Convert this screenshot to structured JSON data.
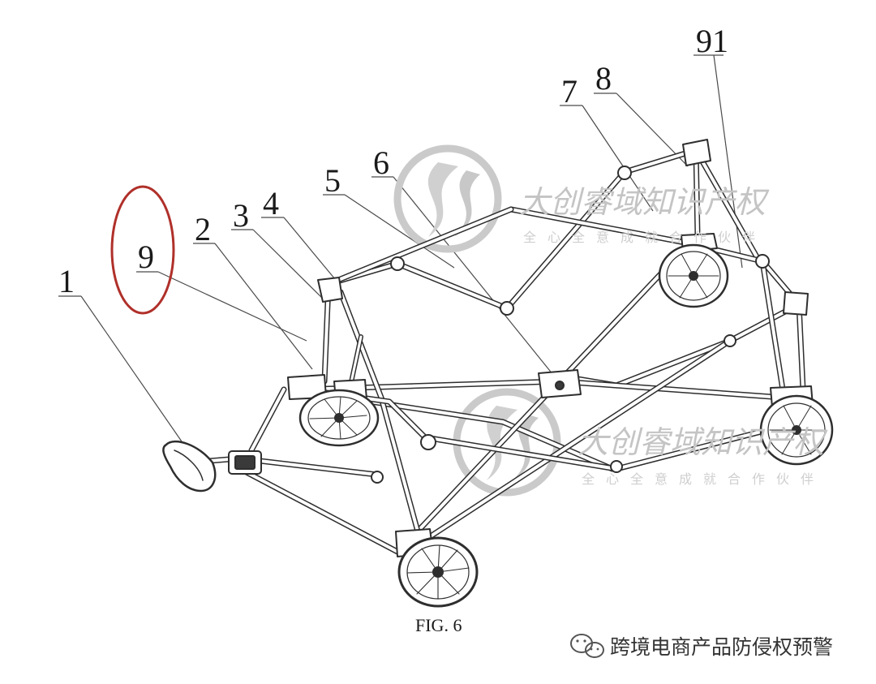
{
  "figure": {
    "caption": "FIG. 6",
    "reference_labels": {
      "l1": "1",
      "l2": "2",
      "l3": "3",
      "l4": "4",
      "l5": "5",
      "l6": "6",
      "l7": "7",
      "l8": "8",
      "l9": "9",
      "l91": "91"
    },
    "highlight_circle_color": "#b0302a"
  },
  "watermark": {
    "title": "大创睿域知识产权",
    "subtitle": "全心全意成就合作伙伴",
    "color": "#c4c4c4"
  },
  "footer": {
    "text": "跨境电商产品防侵权预警",
    "icon": "wechat-icon"
  }
}
